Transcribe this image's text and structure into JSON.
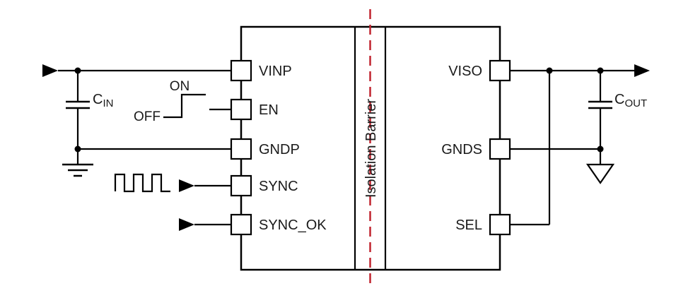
{
  "diagram": {
    "type": "isolated-dcdc-application-schematic",
    "ic": {
      "left_pins": [
        "VINP",
        "EN",
        "GNDP",
        "SYNC",
        "SYNC_OK"
      ],
      "right_pins": [
        "VISO",
        "GNDS",
        "SEL"
      ],
      "barrier_label": "Isolation Barrier"
    },
    "components": {
      "cap_in": {
        "name": "C",
        "sub": "IN"
      },
      "cap_out": {
        "name": "C",
        "sub": "OUT"
      }
    },
    "enable": {
      "off": "OFF",
      "on": "ON"
    },
    "colors": {
      "wire": "#000000",
      "barrier": "#c0232e",
      "background": "#ffffff"
    }
  }
}
